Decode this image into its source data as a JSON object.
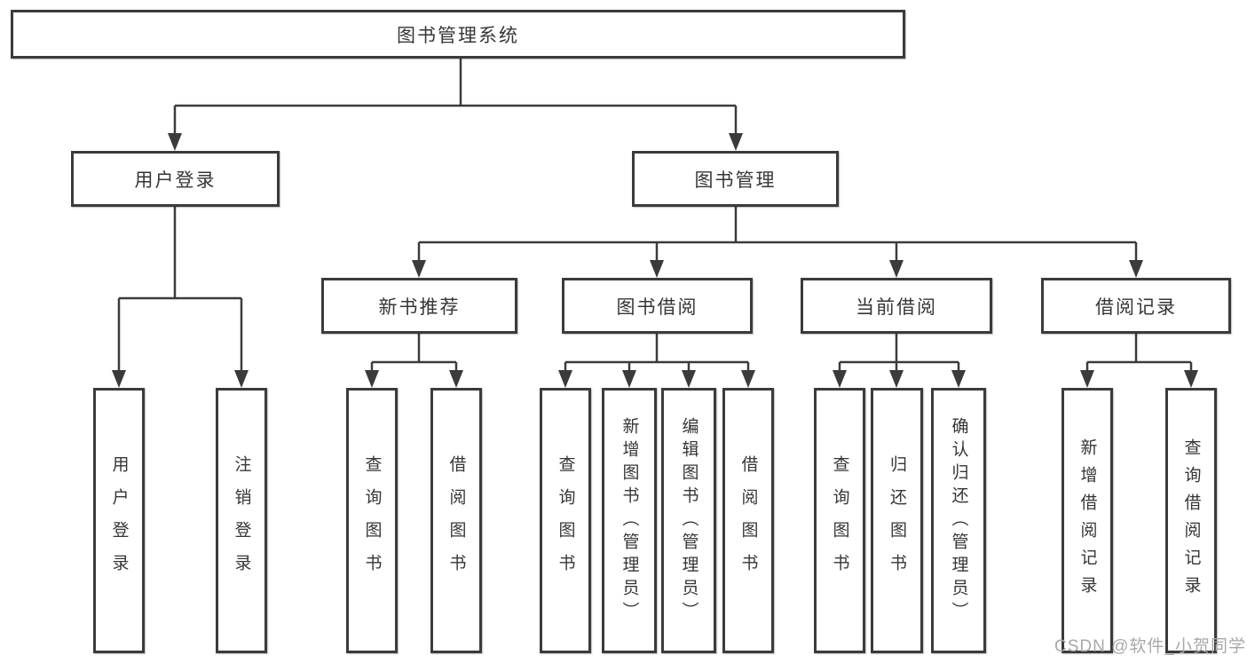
{
  "colors": {
    "line": "#3b3b3b",
    "box_border": "#3b3b3b",
    "box_background": "#ffffff",
    "text": "#363636",
    "watermark": "#a6a8ab"
  },
  "watermark": "CSDN @软件_小贺同学",
  "tree": {
    "root": "图书管理系统",
    "branches": [
      {
        "label": "用户登录",
        "children": [
          {
            "label": "用户登录"
          },
          {
            "label": "注销登录"
          }
        ]
      },
      {
        "label": "图书管理",
        "children": [
          {
            "label": "新书推荐",
            "children": [
              {
                "label": "查询图书"
              },
              {
                "label": "借阅图书"
              }
            ]
          },
          {
            "label": "图书借阅",
            "children": [
              {
                "label": "查询图书"
              },
              {
                "label": "新增图书（管理员）"
              },
              {
                "label": "编辑图书（管理员）"
              },
              {
                "label": "借阅图书"
              }
            ]
          },
          {
            "label": "当前借阅",
            "children": [
              {
                "label": "查询图书"
              },
              {
                "label": "归还图书"
              },
              {
                "label": "确认归还（管理员）"
              }
            ]
          },
          {
            "label": "借阅记录",
            "children": [
              {
                "label": "新增借阅记录"
              },
              {
                "label": "查询借阅记录"
              }
            ]
          }
        ]
      }
    ]
  }
}
